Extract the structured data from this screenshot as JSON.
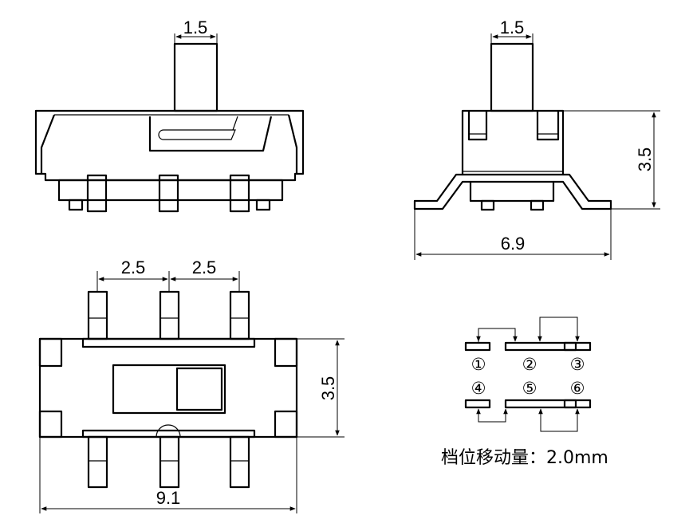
{
  "front_view": {
    "actuator_width": "1.5"
  },
  "side_view": {
    "actuator_width": "1.5",
    "height": "3.5",
    "width": "6.9"
  },
  "top_view": {
    "pitch_left": "2.5",
    "pitch_right": "2.5",
    "height": "3.5",
    "length": "9.1"
  },
  "circuit": {
    "terminals": [
      "①",
      "②",
      "③",
      "④",
      "⑤",
      "⑥"
    ],
    "travel_note": "档位移动量：2.0mm"
  }
}
